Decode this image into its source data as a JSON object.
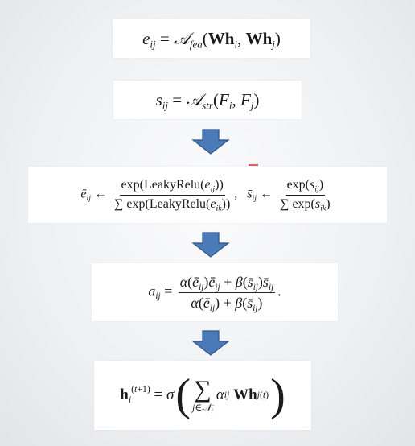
{
  "formulas": {
    "f1": "e_ij = A_fea(Wh_i, Wh_j)",
    "f2": "s_ij = A_str(F_i, F_j)",
    "f3": "ē_ij ← exp(LeakyRelu(e_ij)) / Σ exp(LeakyRelu(e_ik)),  s̄_ij ← exp(s_ij) / Σ exp(s_ik)",
    "f4": "a_ij = (α(ē_ij)ē_ij + β(s̄_ij)s̄_ij) / (α(ē_ij) + β(s̄_ij)).",
    "f5": "h_i^(t+1) = σ( Σ_{j∈N_i} α_ij W h_j^(t) )"
  },
  "colors": {
    "arrow_fill": "#4a7ab8",
    "arrow_stroke": "#2f5688",
    "accent_tick": "#e06060"
  },
  "icons": [
    "down-arrow-icon"
  ]
}
